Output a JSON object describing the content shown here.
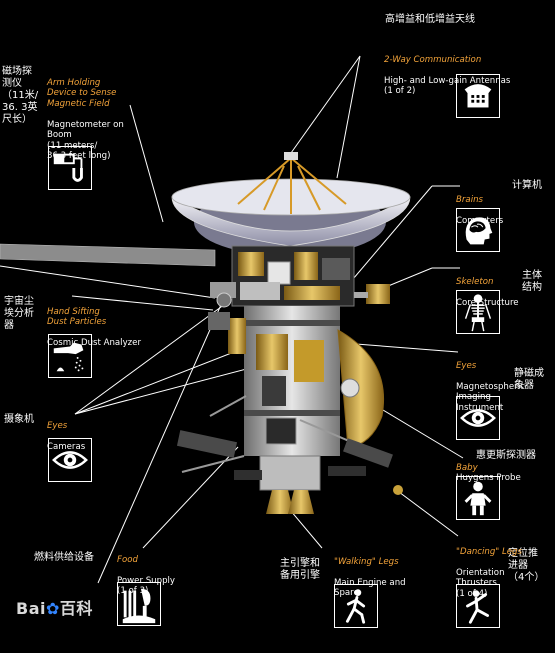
{
  "zh_labels": {
    "antenna": "高增益和低增益天线",
    "magnetometer": "磁场探\n测仪\n（11米/\n36. 3英\n尺长）",
    "computers": "计算机",
    "structure": "主体\n结构",
    "dust": "宇宙尘\n埃分析\n器",
    "camera": "摄象机",
    "imaging": "静磁成\n象器",
    "huygens": "惠更斯探测器",
    "power": "燃料供给设备",
    "engine": "主引擎和\n备用引擎",
    "thrusters": "定位推\n进器\n（4个）"
  },
  "callouts": {
    "antenna": {
      "nick": "2-Way Communication",
      "desc": "High- and Low-gain Antennas\n(1 of 2)"
    },
    "magnetometer": {
      "nick": "Arm Holding\nDevice to Sense\nMagnetic Field",
      "desc": "Magnetometer on\nBoom\n(11 meters/\n36.3 feet long)"
    },
    "computers": {
      "nick": "Brains",
      "desc": "Computers"
    },
    "structure": {
      "nick": "Skeleton",
      "desc": "Core Structure"
    },
    "dust": {
      "nick": "Hand Sifting\nDust Particles",
      "desc": "Cosmic Dust Analyzer"
    },
    "imaging": {
      "nick": "Eyes",
      "desc": "Magnetospheric\nImaging\nInstrument"
    },
    "camera": {
      "nick": "Eyes",
      "desc": "Cameras"
    },
    "huygens": {
      "nick": "Baby",
      "desc": "Huygens Probe"
    },
    "power": {
      "nick": "Food",
      "desc": "Power Supply\n(1 of 3)"
    },
    "engine": {
      "nick": "\"Walking\" Legs",
      "desc": "Main Engine and\nSpare"
    },
    "thrusters": {
      "nick": "\"Dancing\" Legs",
      "desc": "Orientation\nThrusters\n(1 of 4)"
    }
  },
  "icons": {
    "antenna": "telephone-icon",
    "magnetometer": "magnet-icon",
    "computers": "brain-head-icon",
    "structure": "skeleton-icon",
    "dust": "hand-sifting-icon",
    "imaging": "eye-icon",
    "camera": "eye-icon",
    "huygens": "baby-icon",
    "power": "food-icon",
    "engine": "walking-figure-icon",
    "thrusters": "dancing-figure-icon"
  },
  "watermark": {
    "brand": "Bai",
    "suffix": "百科"
  },
  "colors": {
    "background": "#000000",
    "accent": "#f2a33a",
    "leader_line": "#ffffff",
    "gold": "#c9a23a"
  }
}
